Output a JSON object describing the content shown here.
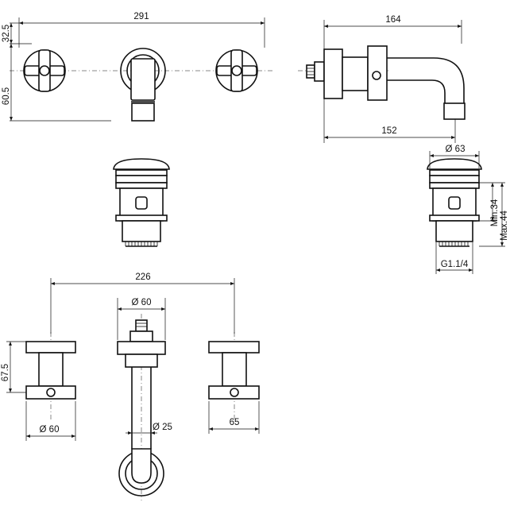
{
  "dimensions": {
    "front_total_width": "291",
    "front_top_offset": "32.5",
    "front_lower_height": "60.5",
    "side_total_length": "164",
    "side_spout_length": "152",
    "waste_cap_diameter": "Ø 63",
    "waste_min": "Min.34",
    "waste_max": "Max.44",
    "waste_thread": "G1.1/4",
    "plan_total_width": "226",
    "plan_spout_rosette_diameter": "Ø 60",
    "plan_spout_pipe_diameter": "Ø 25",
    "plan_handle_height": "67.5",
    "plan_handle_rosette_diameter": "Ø 60",
    "plan_handle_width": "65"
  }
}
